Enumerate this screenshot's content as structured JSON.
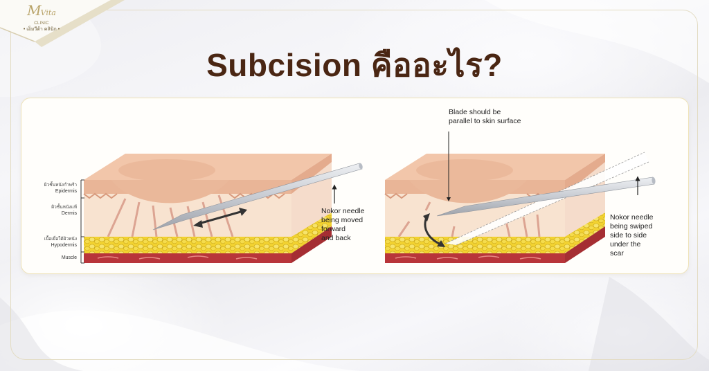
{
  "logo": {
    "brand": "M",
    "brand_suffix": "Vita",
    "sub": "CLINIC",
    "thai": "• เอ็มวีต้า คลินิก •"
  },
  "title": "Subcision คืออะไร?",
  "colors": {
    "title": "#4a2613",
    "frame": "#e3dcc3",
    "panel_border": "#eee2b7",
    "epidermis": "#e9b597",
    "dermis": "#f7e0cc",
    "fat": "#f2d230",
    "muscle": "#b8353a",
    "needle": "#c9ccd2"
  },
  "diagram_left": {
    "layers": [
      {
        "thai": "ผิวชั้นหนังกำพร้า",
        "english": "Epidermis"
      },
      {
        "thai": "ผิวชั้นหนังแท้",
        "english": "Dermis"
      },
      {
        "thai": "เนื้อเยื่อใต้ผิวหนัง",
        "english": "Hypodermis"
      },
      {
        "thai": "",
        "english": "Muscle"
      }
    ],
    "note_lines": [
      "Nokor needle",
      "being moved",
      "forward",
      "and back"
    ]
  },
  "diagram_right": {
    "top_note_lines": [
      "Blade should be",
      "parallel to skin surface"
    ],
    "note_lines": [
      "Nokor needle",
      "being swiped",
      "side to side",
      "under the",
      "scar"
    ]
  }
}
